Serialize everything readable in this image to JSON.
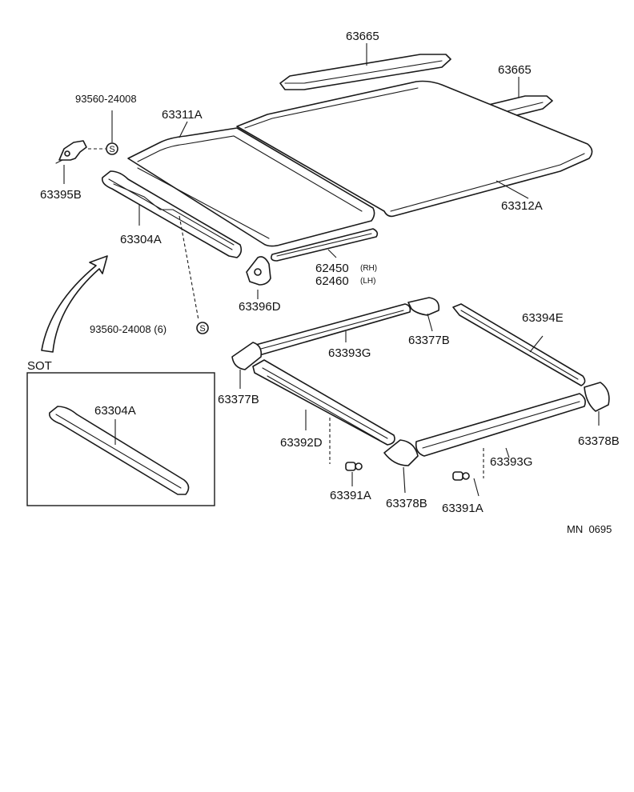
{
  "labels": {
    "visor_a": "63665",
    "visor_b": "63665",
    "screw_top": "93560-24008",
    "panel_front": "63311A",
    "panel_rear": "63312A",
    "bracket_left": "63395B",
    "rail_main": "63304A",
    "weatherstrip_rh": "62450",
    "weatherstrip_rh_side": "(RH)",
    "weatherstrip_lh": "62460",
    "weatherstrip_lh_side": "(LH)",
    "clip": "63396D",
    "screw_bottom": "93560-24008 (6)",
    "frame_corner_top": "63377B",
    "frame_corner_left": "63377B",
    "rail_side_right": "63394E",
    "rail_front": "63393G",
    "rail_rear": "63393G",
    "rail_side_left": "63392D",
    "corner_bottom_right": "63378B",
    "corner_bottom_mid": "63378B",
    "fastener_left": "63391A",
    "fastener_right": "63391A",
    "inset_label": "SOT",
    "inset_part": "63304A",
    "diagram_code": "MN  0695"
  },
  "symbols": {
    "screw_mark": "S"
  }
}
